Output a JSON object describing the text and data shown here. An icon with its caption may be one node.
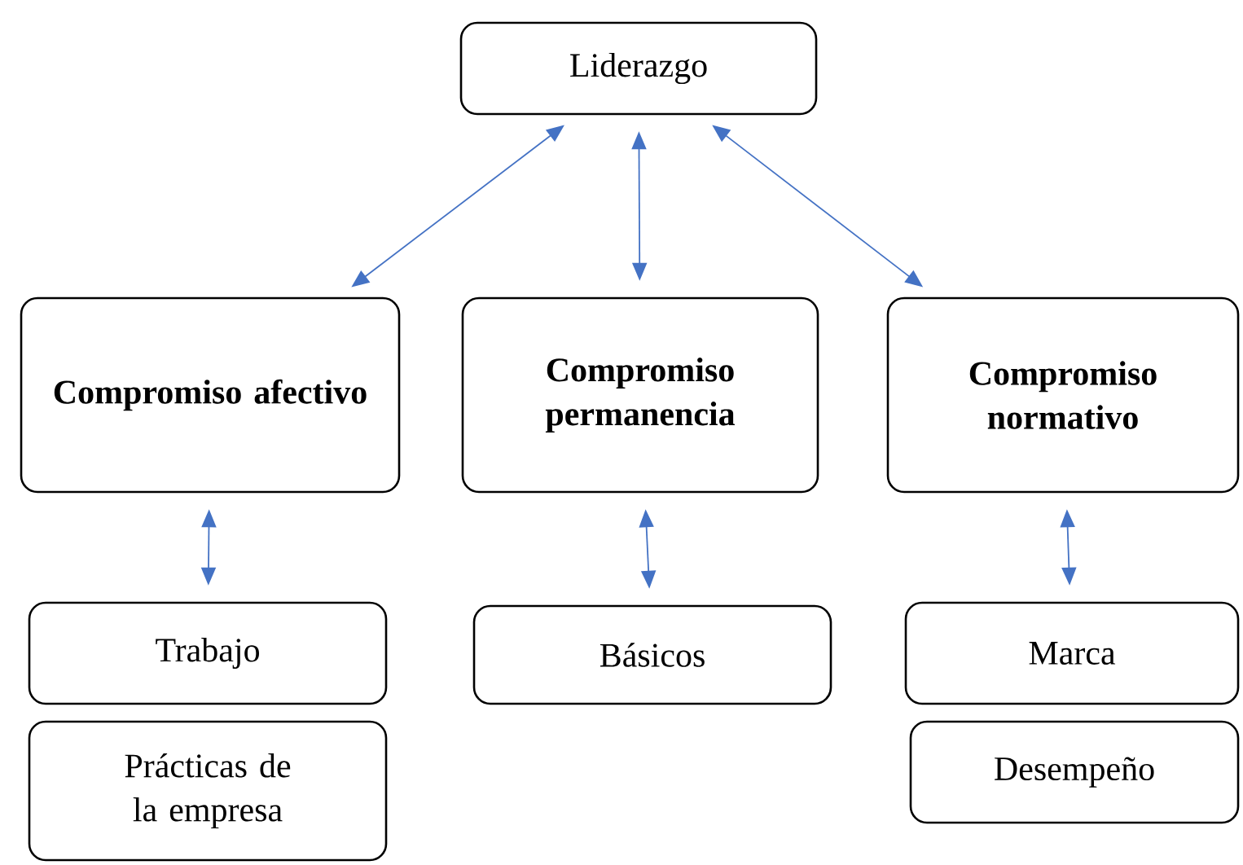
{
  "diagram": {
    "nodes": [
      {
        "text": [
          "Liderazgo"
        ]
      },
      {
        "text": [
          "Compromiso afectivo"
        ]
      },
      {
        "text": [
          "Compromiso permanencia"
        ]
      },
      {
        "text": [
          "Compromiso normativo"
        ]
      },
      {
        "text": [
          "Trabajo"
        ]
      },
      {
        "text": [
          "Prácticas de la empresa"
        ]
      },
      {
        "text": [
          "Básicos"
        ]
      },
      {
        "text": [
          "Marca"
        ]
      },
      {
        "text": [
          "Desempeño"
        ]
      }
    ],
    "edges": [
      {
        "from": 0,
        "to": 1,
        "arrow": "both"
      },
      {
        "from": 0,
        "to": 2,
        "arrow": "both"
      },
      {
        "from": 0,
        "to": 3,
        "arrow": "both"
      },
      {
        "from": 1,
        "to": 4,
        "arrow": "both"
      },
      {
        "from": 2,
        "to": 6,
        "arrow": "both"
      },
      {
        "from": 3,
        "to": 7,
        "arrow": "both"
      }
    ]
  }
}
